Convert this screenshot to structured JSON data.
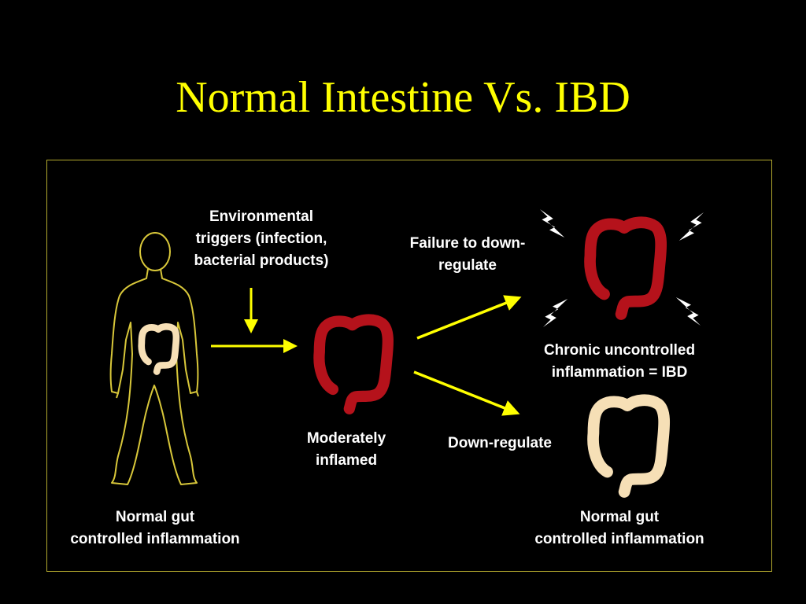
{
  "title": "Normal Intestine Vs. IBD",
  "colors": {
    "background": "#000000",
    "title": "#ffff00",
    "arrow": "#ffff00",
    "frame": "#b3a92e",
    "inflamed_colon": "#b5121b",
    "normal_colon": "#f6dfb6",
    "body_outline": "#d8c73a"
  },
  "labels": {
    "environmental": [
      "Environmental",
      "triggers (infection,",
      "bacterial products)"
    ],
    "failure": [
      "Failure to down-",
      "regulate"
    ],
    "chronic": [
      "Chronic uncontrolled",
      "inflammation = IBD"
    ],
    "moderate": [
      "Moderately",
      "inflamed"
    ],
    "downregulate": "Down-regulate",
    "normal_left": [
      "Normal gut",
      "controlled inflammation"
    ],
    "normal_right": [
      "Normal gut",
      "controlled inflammation"
    ]
  },
  "icons": [
    "human-body-icon",
    "colon-icon",
    "lightning-bolt-icon",
    "arrow-icon"
  ]
}
